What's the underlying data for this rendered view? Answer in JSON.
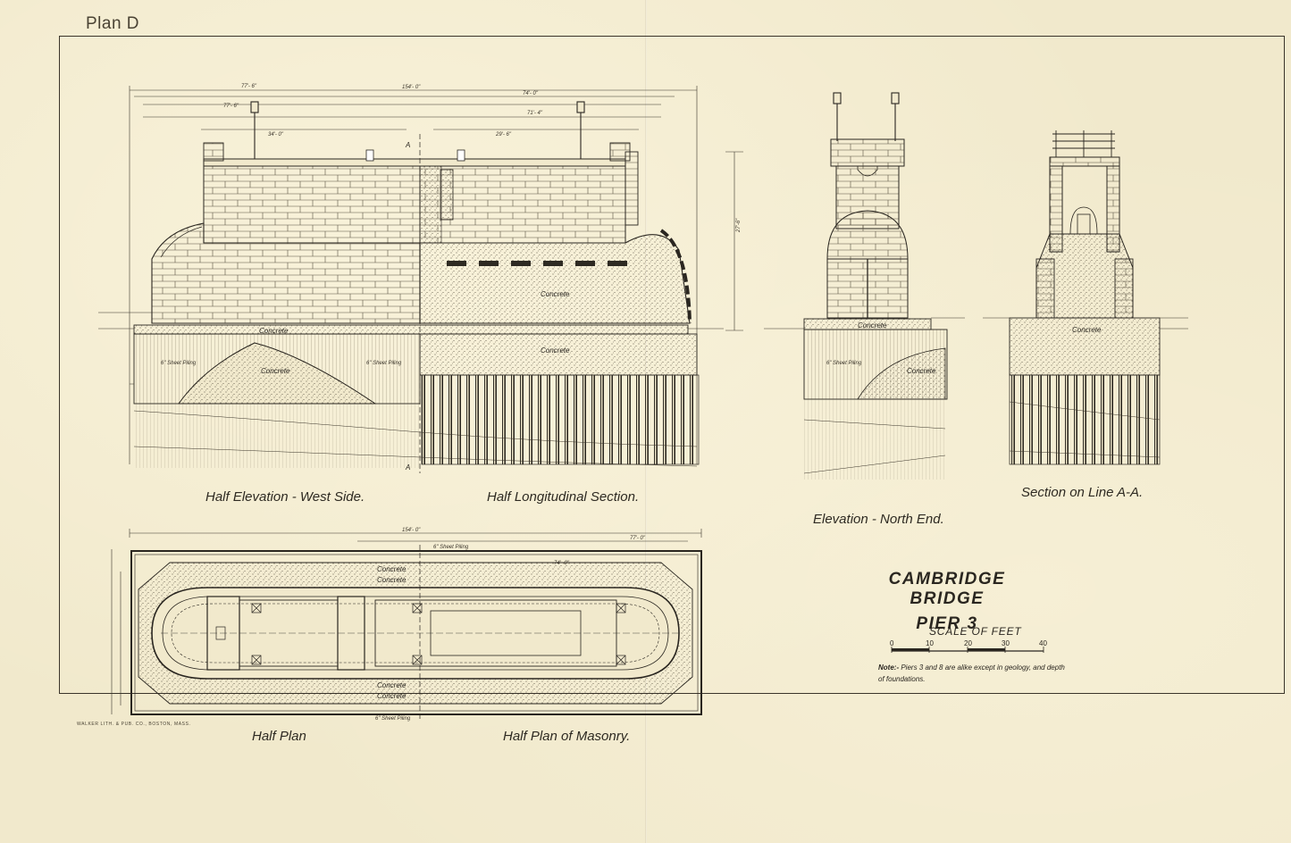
{
  "sheet": {
    "plan_label": "Plan D",
    "printer_credit": "WALKER LITH. & PUB. CO., BOSTON, MASS."
  },
  "captions": {
    "half_elevation_west": "Half Elevation - West Side.",
    "half_longitudinal": "Half Longitudinal Section.",
    "elevation_north": "Elevation - North End.",
    "section_aa": "Section on Line A-A.",
    "half_plan": "Half Plan",
    "half_plan_masonry": "Half Plan of Masonry."
  },
  "title_block": {
    "title": "CAMBRIDGE BRIDGE",
    "subtitle": "PIER 3",
    "scale_title": "SCALE OF FEET",
    "scale_ticks": [
      "0",
      "10",
      "20",
      "30",
      "40"
    ],
    "note_lead": "Note:-",
    "note_text": "Piers 3 and 8 are alike except in geology, and depth of foundations."
  },
  "drawing_labels": {
    "concrete": "Concrete",
    "sheet_piling": "6\" Sheet Piling",
    "dim_overall": "154'- 0\"",
    "dim_masonry": "77'- 0\"",
    "dim_inner": "74'- 0\"",
    "section_mark": "A"
  },
  "colors": {
    "paper": "#f1e9cc",
    "ink": "#2a2620"
  }
}
